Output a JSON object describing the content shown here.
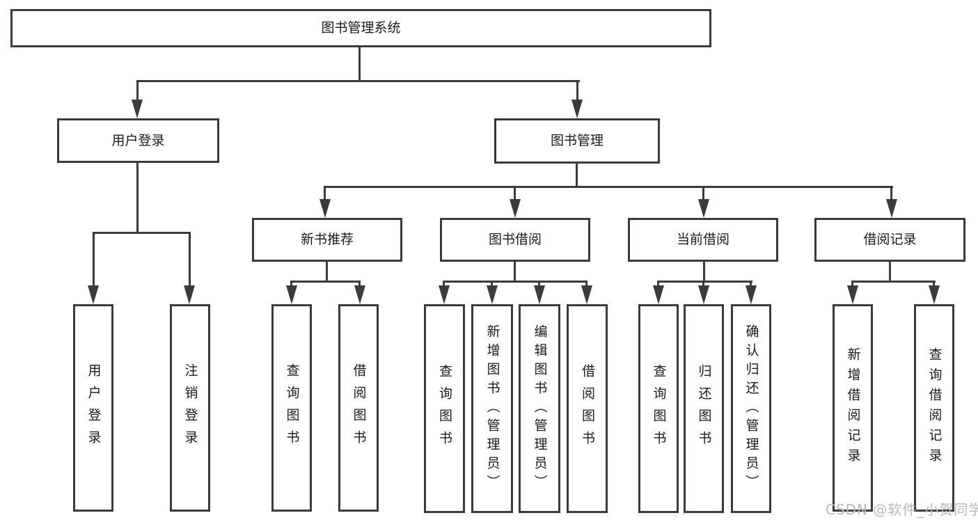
{
  "colors": {
    "background": "#ffffff",
    "line": "#3b3b3b",
    "box_border": "#3a3a3a",
    "text": "#1a1a1a",
    "watermark": "#b9b9b9"
  },
  "watermark": {
    "text": "CSDN @软件_小贺同学"
  },
  "tree": {
    "root": {
      "label": "图书管理系统"
    },
    "branches": [
      {
        "label": "用户登录",
        "children": [
          {
            "label": "用户登录"
          },
          {
            "label": "注销登录"
          }
        ]
      },
      {
        "label": "图书管理",
        "children": [
          {
            "label": "新书推荐",
            "children": [
              {
                "label": "查询图书"
              },
              {
                "label": "借阅图书"
              }
            ]
          },
          {
            "label": "图书借阅",
            "children": [
              {
                "label": "查询图书"
              },
              {
                "label": "新增图书（管理员）"
              },
              {
                "label": "编辑图书（管理员）"
              },
              {
                "label": "借阅图书"
              }
            ]
          },
          {
            "label": "当前借阅",
            "children": [
              {
                "label": "查询图书"
              },
              {
                "label": "归还图书"
              },
              {
                "label": "确认归还（管理员）"
              }
            ]
          },
          {
            "label": "借阅记录",
            "children": [
              {
                "label": "新增借阅记录"
              },
              {
                "label": "查询借阅记录"
              }
            ]
          }
        ]
      }
    ]
  }
}
